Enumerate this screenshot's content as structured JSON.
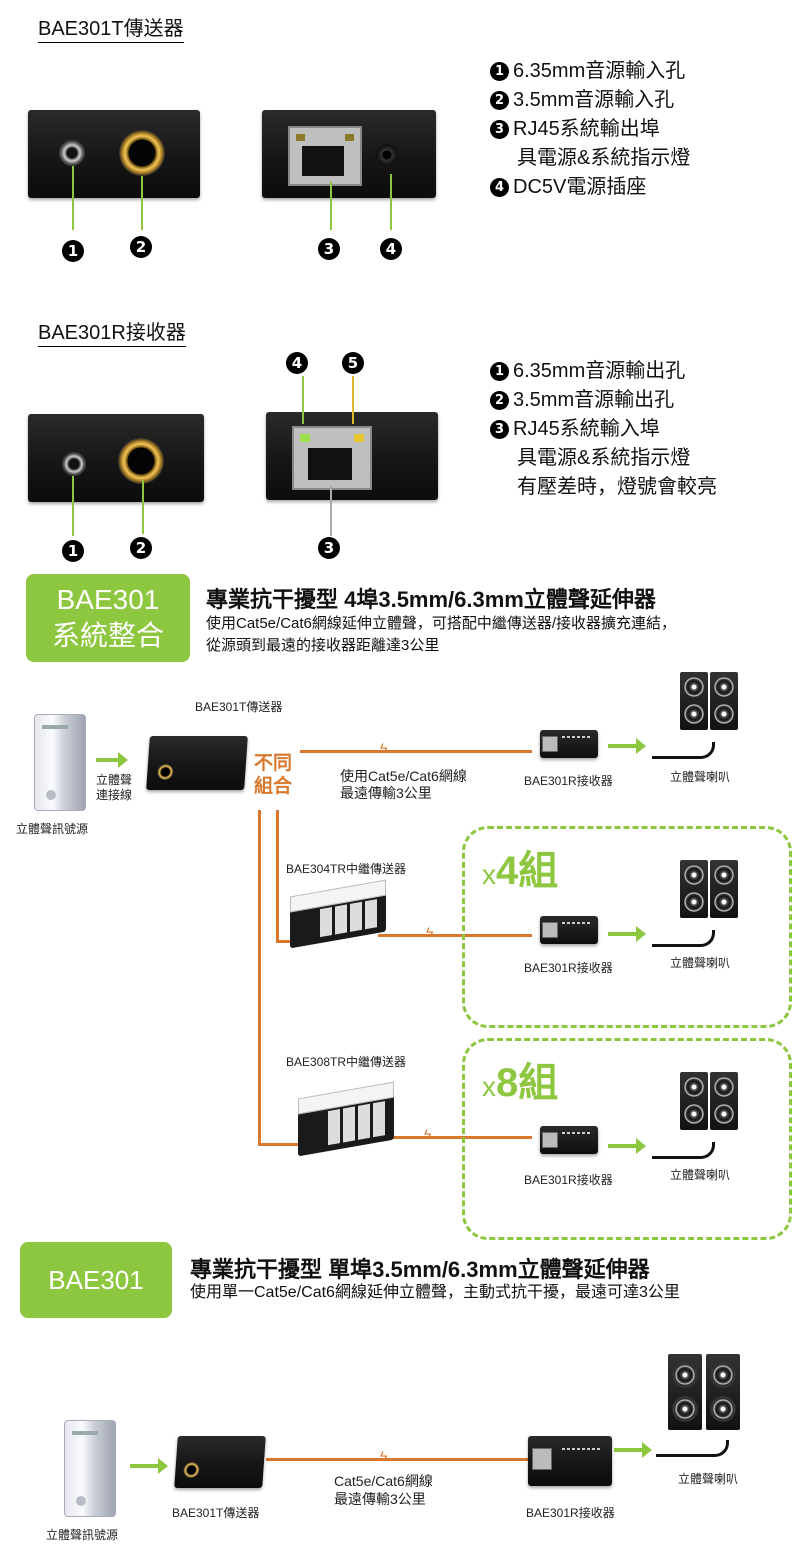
{
  "section_t": {
    "title": "BAE301T傳送器",
    "nums": [
      "1",
      "2",
      "3",
      "4"
    ],
    "features": [
      "6.35mm音源輸入孔",
      "3.5mm音源輸入孔",
      "RJ45系統輸出埠",
      "具電源&系統指示燈",
      "DC5V電源插座"
    ]
  },
  "section_r": {
    "title": "BAE301R接收器",
    "nums": [
      "1",
      "2",
      "3",
      "4",
      "5"
    ],
    "features": [
      "6.35mm音源輸出孔",
      "3.5mm音源輸出孔",
      "RJ45系統輸入埠",
      "具電源&系統指示燈",
      "有壓差時，燈號會較亮"
    ]
  },
  "banner1": {
    "badge_line1": "BAE301",
    "badge_line2": "系統整合",
    "title": "專業抗干擾型 4埠3.5mm/6.3mm立體聲延伸器",
    "sub1": "使用Cat5e/Cat6網線延伸立體聲，可搭配中繼傳送器/接收器擴充連結，",
    "sub2": "從源頭到最遠的接收器距離達3公里"
  },
  "diagram1": {
    "transmitter": "BAE301T傳送器",
    "source": "立體聲訊號源",
    "link1": "立體聲",
    "link2": "連接線",
    "combo1": "不同",
    "combo2": "組合",
    "cable1": "使用Cat5e/Cat6網線",
    "cable2": "最遠傳輸3公里",
    "receiver": "BAE301R接收器",
    "speaker": "立體聲喇叭",
    "repeater4": "BAE304TR中繼傳送器",
    "repeater8": "BAE308TR中繼傳送器",
    "x": "x",
    "group4": "4組",
    "group8": "8組"
  },
  "banner2": {
    "badge": "BAE301",
    "title": "專業抗干擾型 單埠3.5mm/6.3mm立體聲延伸器",
    "sub": "使用單一Cat5e/Cat6網線延伸立體聲，主動式抗干擾，最遠可達3公里"
  },
  "diagram2": {
    "source": "立體聲訊號源",
    "transmitter": "BAE301T傳送器",
    "cable1": "Cat5e/Cat6網線",
    "cable2": "最遠傳輸3公里",
    "receiver": "BAE301R接收器",
    "speaker": "立體聲喇叭"
  }
}
